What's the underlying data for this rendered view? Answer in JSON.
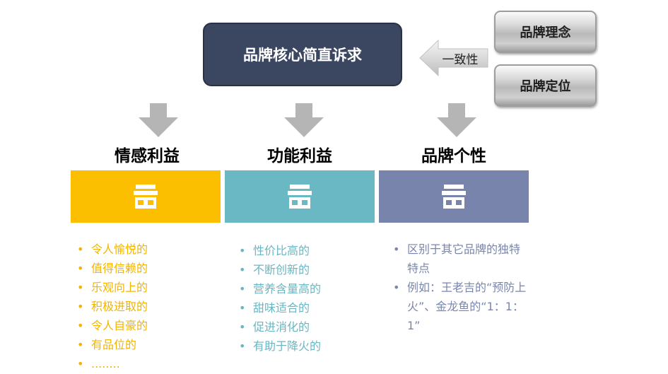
{
  "core": {
    "label": "品牌核心简直诉求"
  },
  "consistency": {
    "label": "一致性"
  },
  "sources": [
    {
      "label": "品牌理念"
    },
    {
      "label": "品牌定位"
    }
  ],
  "columns": [
    {
      "title": "情感利益",
      "color": "#fbbf00",
      "items": [
        "令人愉悦的",
        "值得信赖的",
        "乐观向上的",
        "积极进取的",
        "令人自豪的",
        "有品位的",
        "........"
      ]
    },
    {
      "title": "功能利益",
      "color": "#6ab8c3",
      "items": [
        "性价比高的",
        "不断创新的",
        "营养含量高的",
        "甜味适合的",
        "促进消化的",
        "有助于降火的"
      ]
    },
    {
      "title": "品牌个性",
      "color": "#7884ab",
      "items": [
        "区别于其它品牌的独特特点",
        "例如：王老吉的“预防上火”、金龙鱼的“1：1：1”"
      ]
    }
  ],
  "icons": [
    "store-icon",
    "arrow-down-icon",
    "arrow-left-icon"
  ]
}
